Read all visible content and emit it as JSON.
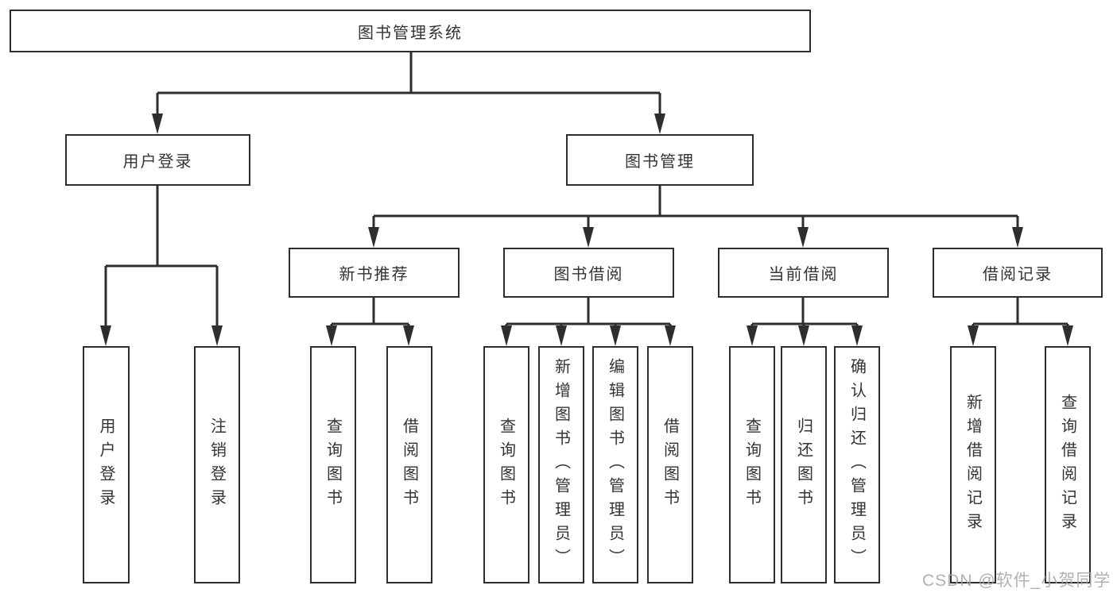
{
  "diagram": {
    "title": "图书管理系统",
    "branches": [
      {
        "label": "用户登录",
        "children": [
          {
            "label": "用户登录"
          },
          {
            "label": "注销登录"
          }
        ]
      },
      {
        "label": "图书管理",
        "children": [
          {
            "label": "新书推荐",
            "children": [
              {
                "label": "查询图书"
              },
              {
                "label": "借阅图书"
              }
            ]
          },
          {
            "label": "图书借阅",
            "children": [
              {
                "label": "查询图书"
              },
              {
                "label": "新增图书（管理员）"
              },
              {
                "label": "编辑图书（管理员）"
              },
              {
                "label": "借阅图书"
              }
            ]
          },
          {
            "label": "当前借阅",
            "children": [
              {
                "label": "查询图书"
              },
              {
                "label": "归还图书"
              },
              {
                "label": "确认归还（管理员）"
              }
            ]
          },
          {
            "label": "借阅记录",
            "children": [
              {
                "label": "新增借阅记录"
              },
              {
                "label": "查询借阅记录"
              }
            ]
          }
        ]
      }
    ]
  },
  "watermark": "CSDN @软件_小贺同学",
  "colors": {
    "line": "#2e2e2e",
    "text": "#333333",
    "background": "#ffffff",
    "watermark": "#a5a5a5"
  }
}
